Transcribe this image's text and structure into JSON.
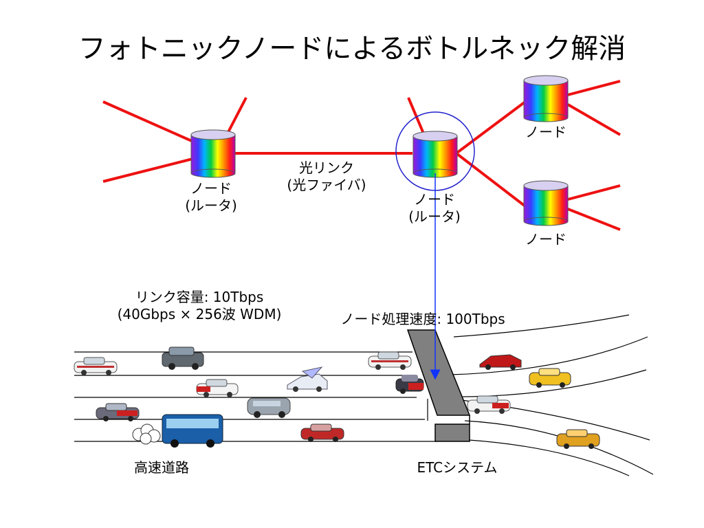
{
  "slide": {
    "title": "フォトニックノードによるボトルネック解消"
  },
  "network": {
    "left_node": {
      "label": "ノード",
      "sublabel": "(ルータ)"
    },
    "center_node": {
      "label": "ノード",
      "sublabel": "(ルータ)"
    },
    "top_right_node": {
      "label": "ノード"
    },
    "bottom_right_node": {
      "label": "ノード"
    },
    "link": {
      "label": "光リンク",
      "sublabel": "(光ファイバ)"
    },
    "colors": {
      "link": "#ee1111",
      "arrow": "#1133ff",
      "node_gradient": [
        "#a020f0",
        "#3030ff",
        "#00c0ff",
        "#00d040",
        "#ffff00",
        "#ff8000",
        "#ff1010",
        "#c000c0"
      ]
    }
  },
  "highway": {
    "capacity_line1": "リンク容量: 10Tbps",
    "capacity_line2": "(40Gbps × 256波 WDM)",
    "processing_speed": "ノード処理速度: 100Tbps",
    "road_label": "高速道路",
    "etc_label": "ETCシステム",
    "colors": {
      "gate": "#808080"
    }
  }
}
